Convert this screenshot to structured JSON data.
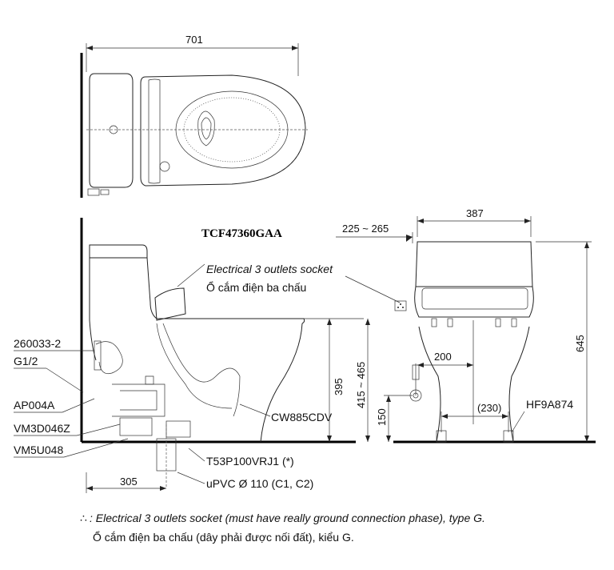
{
  "top_view": {
    "width_dim": "701"
  },
  "side_view": {
    "model": "TCF47360GAA",
    "socket_label_en": "Electrical 3 outlets socket",
    "socket_label_vi": "Ổ cắm điện ba chấu",
    "part_260033": "260033-2",
    "part_g12": "G1/2",
    "part_ap004a": "AP004A",
    "part_vm3d": "VM3D046Z",
    "part_vm5u": "VM5U048",
    "part_cw885": "CW885CDV",
    "part_t53p": "T53P100VRJ1 (*)",
    "pipe": "uPVC Ø 110 (C1, C2)",
    "dim_305": "305",
    "dim_395": "395",
    "dim_415_465": "415 ~ 465",
    "dim_150": "150"
  },
  "front_view": {
    "dim_225_265": "225 ~ 265",
    "dim_387": "387",
    "dim_645": "645",
    "dim_200": "200",
    "dim_230": "(230)",
    "part_hf9a874": "HF9A874"
  },
  "footnote": {
    "symbol": "∴",
    "line1": ": Electrical 3 outlets socket (must have really ground connection phase), type G.",
    "line2": "Ổ cắm điện ba chấu (dây phải được nối đất), kiểu G."
  }
}
